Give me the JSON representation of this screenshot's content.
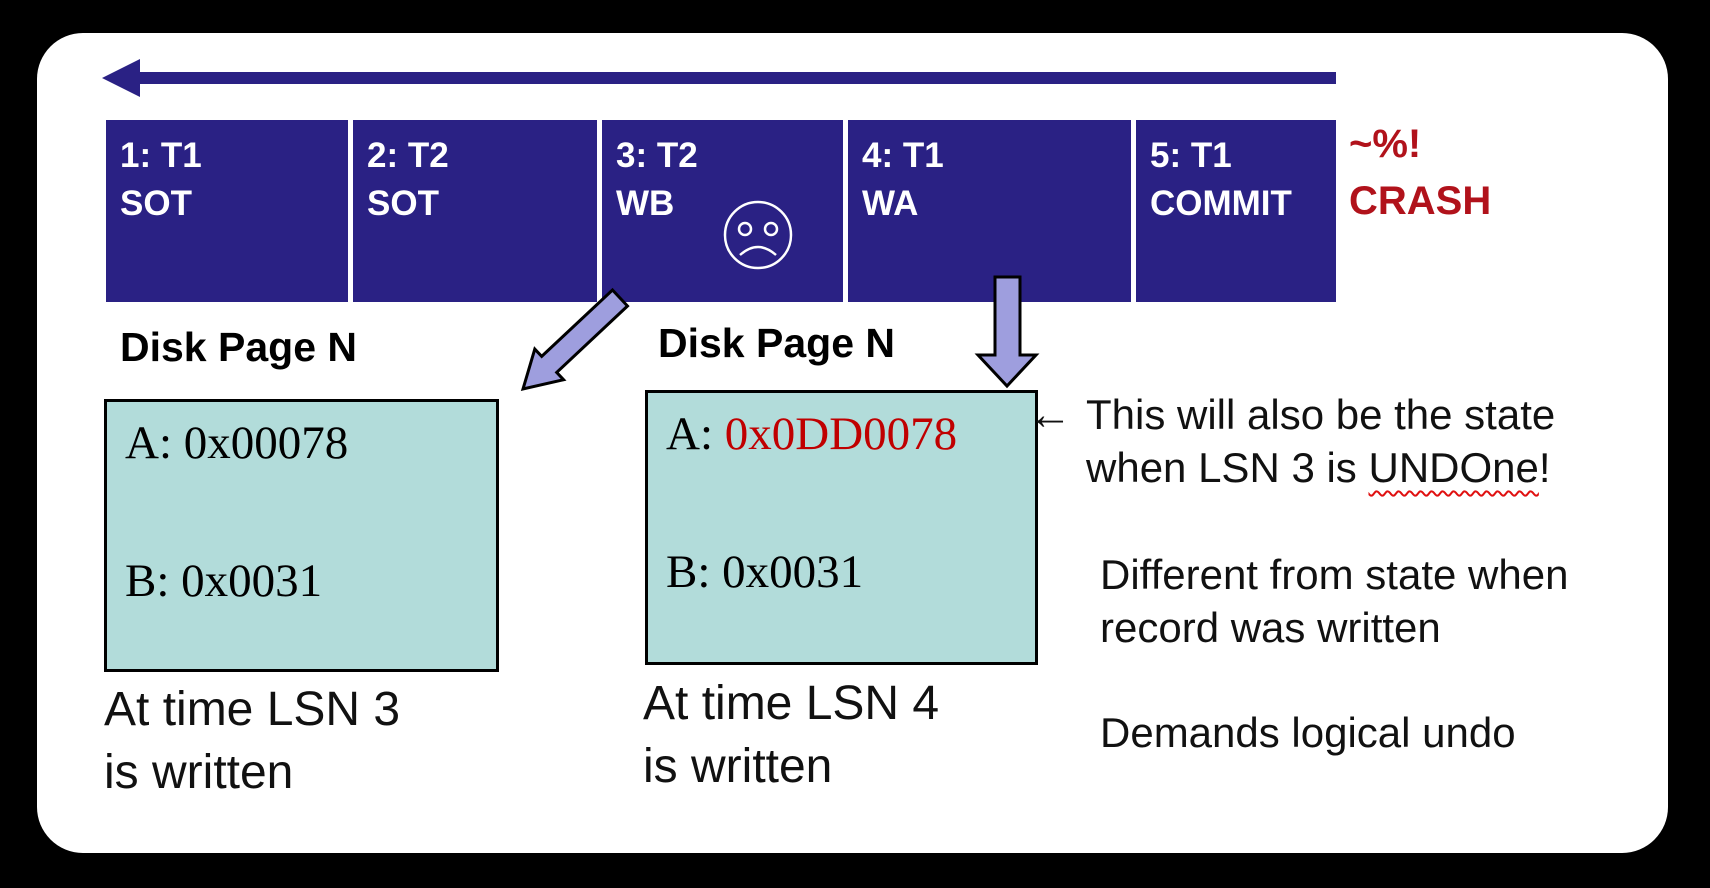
{
  "colors": {
    "navy": "#2a2184",
    "crash_red": "#b1121b",
    "value_red": "#c00000",
    "teal_box": "#b2dcda",
    "purple_arrow": "#9e9ede",
    "card_bg": "#ffffff",
    "frame_bg": "#000000"
  },
  "timeline": {
    "segments": [
      {
        "line1": "1: T1",
        "line2": "SOT"
      },
      {
        "line1": "2: T2",
        "line2": "SOT"
      },
      {
        "line1": "3: T2",
        "line2": "WB"
      },
      {
        "line1": "4: T1",
        "line2": "WA"
      },
      {
        "line1": "5: T1",
        "line2": "COMMIT"
      }
    ],
    "crash": "~%!\nCRASH"
  },
  "pages": [
    {
      "title": "Disk Page N",
      "row_a": "A: 0x00078",
      "row_b": "B: 0x0031",
      "caption": "At time LSN 3\nis written"
    },
    {
      "title": "Disk Page N",
      "row_a_label": "A: ",
      "row_a_value": "0x0DD0078",
      "row_b": "B: 0x0031",
      "caption": "At time LSN 4\nis written"
    }
  ],
  "notes": {
    "arrow_glyph": "←",
    "note1_line1": "This will also be the state",
    "note1_line2_pre": "when LSN 3 is ",
    "note1_underlined": "UNDOne",
    "note1_line2_post": "!",
    "note2": "Different from state when\nrecord was written",
    "note3": "Demands logical undo"
  }
}
